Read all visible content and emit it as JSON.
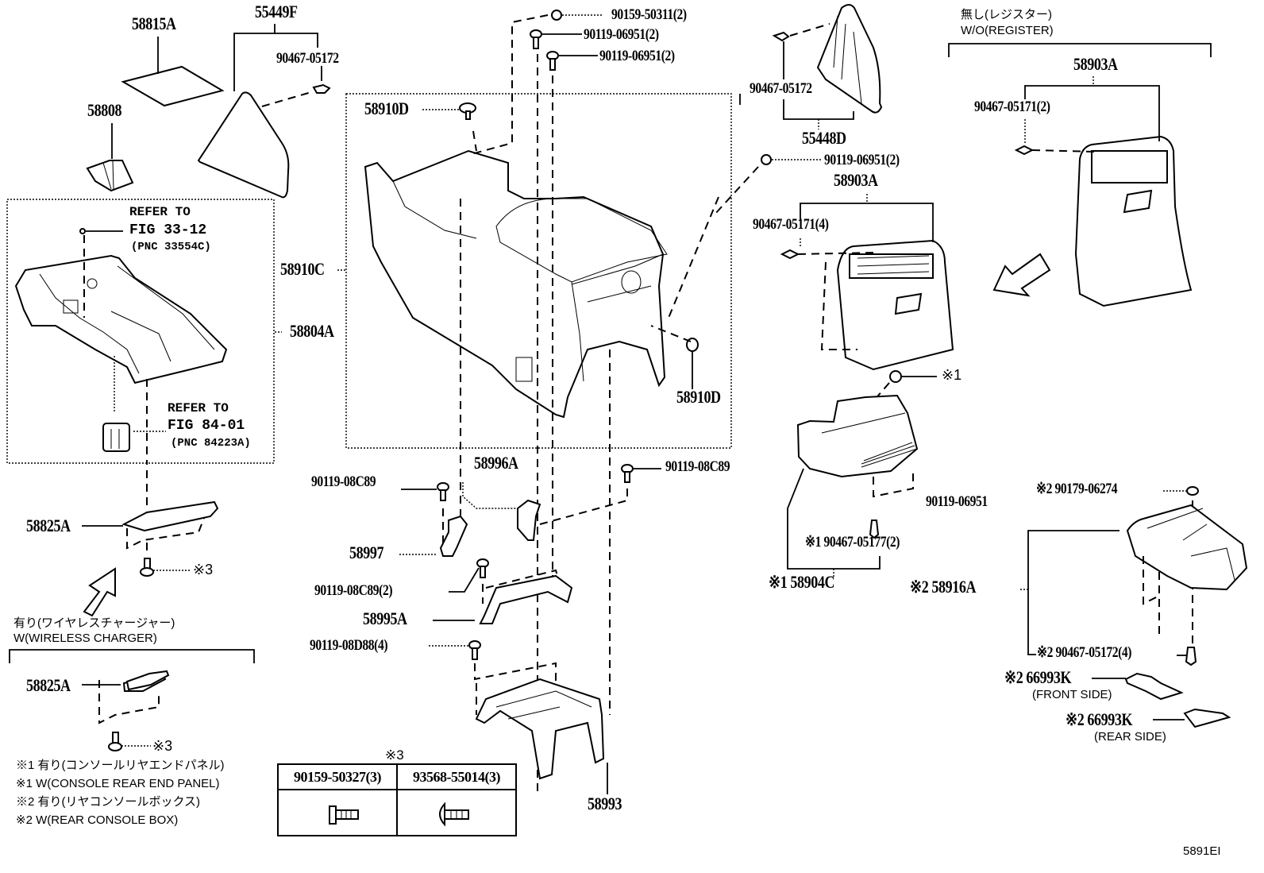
{
  "figure_id": "5891EI",
  "parts": {
    "p58815A": "58815A",
    "p55449F": "55449F",
    "p90467_05172_top": "90467-05172",
    "p58808": "58808",
    "p58910C": "58910C",
    "p58804A": "58804A",
    "p58910D_top": "58910D",
    "p58910D_bottom": "58910D",
    "p90159_50311": "90159-50311(2)",
    "p90119_06951_a": "90119-06951(2)",
    "p90119_06951_b": "90119-06951(2)",
    "p90467_05172_mid": "90467-05172",
    "p55448D": "55448D",
    "p90119_06951_c": "90119-06951(2)",
    "p58903A_mid": "58903A",
    "p90467_05171_4": "90467-05171(4)",
    "p58903A_right": "58903A",
    "p90467_05171_2": "90467-05171(2)",
    "note1_mark": "※1",
    "p58904C": "※1 58904C",
    "p90467_05177": "※1 90467-05177(2)",
    "p90119_08C89_left": "90119-08C89",
    "p58996A": "58996A",
    "p90119_08C89_right": "90119-08C89",
    "p58997": "58997",
    "p90119_08C89_2": "90119-08C89(2)",
    "p58995A": "58995A",
    "p90119_08D88": "90119-08D88(4)",
    "p58993": "58993",
    "p58825A_top": "58825A",
    "p58825A_bottom": "58825A",
    "mark3_top": "※3",
    "mark3_bottom": "※3",
    "p90179_06274": "※2 90179-06274",
    "p90119_06951_d": "90119-06951",
    "p58916A": "※2 58916A",
    "p90467_05172_4": "※2 90467-05172(4)",
    "p66993K_front": "※2 66993K",
    "p66993K_front_note": "(FRONT SIDE)",
    "p66993K_rear": "※2 66993K",
    "p66993K_rear_note": "(REAR SIDE)"
  },
  "references": {
    "ref1": {
      "line1": "REFER TO",
      "line2": "FIG 33-12",
      "line3": "(PNC 33554C)"
    },
    "ref2": {
      "line1": "REFER TO",
      "line2": "FIG 84-01",
      "line3": "(PNC 84223A)"
    }
  },
  "conditions": {
    "wo_register_jp": "無し(レジスター)",
    "wo_register_en": "W/O(REGISTER)",
    "w_wireless_jp": "有り(ワイヤレスチャージャー)",
    "w_wireless_en": "W(WIRELESS CHARGER)"
  },
  "legend": [
    "※1 有り(コンソールリヤエンドパネル)",
    "※1 W(CONSOLE REAR END PANEL)",
    "※2 有り(リヤコンソールボックス)",
    "※2 W(REAR CONSOLE BOX)"
  ],
  "fastener_table": {
    "title": "※3",
    "columns": [
      {
        "part": "90159-50327(3)",
        "icon": "flange-bolt-icon"
      },
      {
        "part": "93568-55014(3)",
        "icon": "round-head-screw-icon"
      }
    ]
  }
}
